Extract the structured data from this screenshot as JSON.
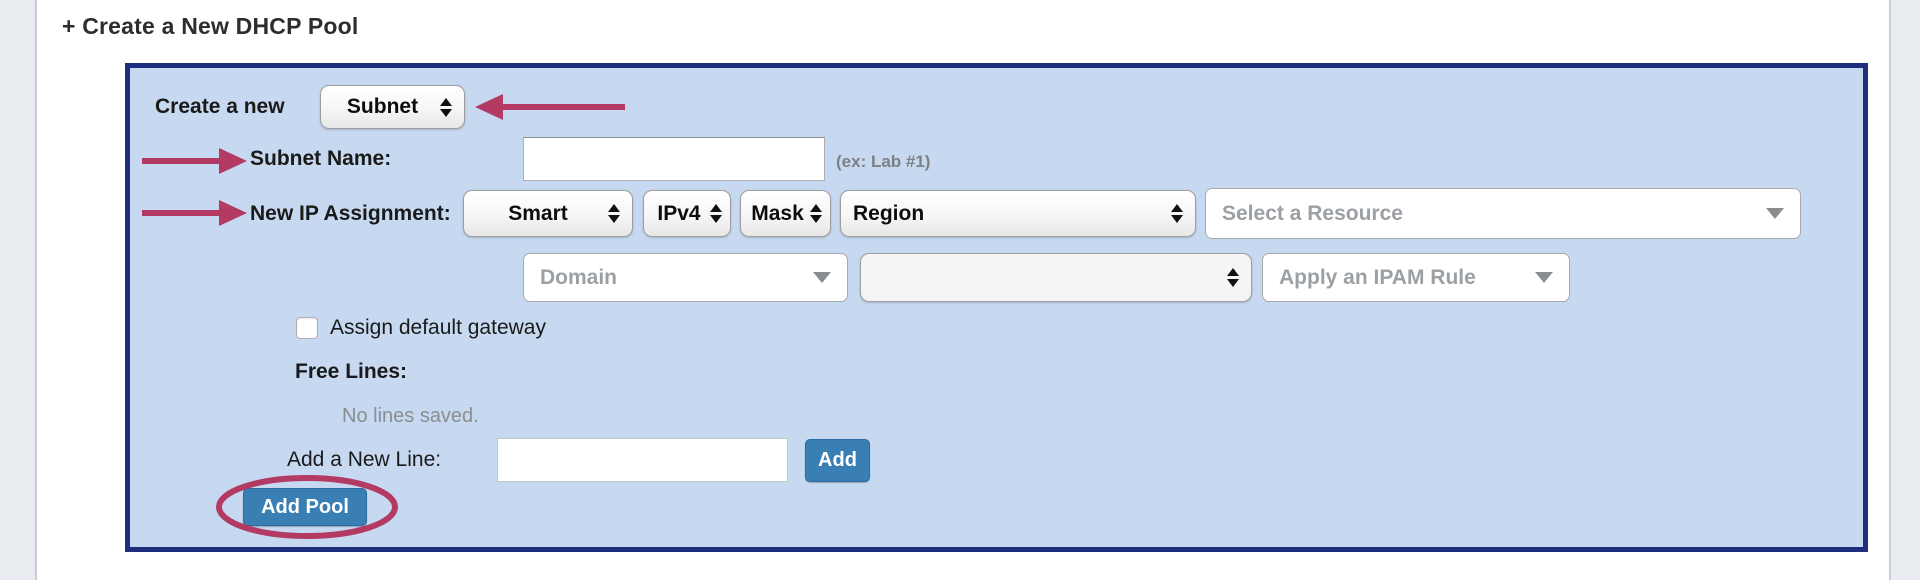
{
  "page_title": "+ Create a New DHCP Pool",
  "panel": {
    "create_new": {
      "label": "Create a new",
      "type_value": "Subnet"
    },
    "subnet_name": {
      "label": "Subnet Name:",
      "value": "",
      "hint": "(ex: Lab #1)"
    },
    "ip_assignment": {
      "label": "New IP Assignment:",
      "method_value": "Smart",
      "ip_version_value": "IPv4",
      "mask_value": "Mask",
      "region_value": "Region",
      "resource_placeholder": "Select a Resource",
      "domain_placeholder": "Domain",
      "scope_value": "",
      "ipam_placeholder": "Apply an IPAM Rule"
    },
    "gateway": {
      "label": "Assign default gateway",
      "checked": false
    },
    "free_lines": {
      "label": "Free Lines:",
      "empty_message": "No lines saved."
    },
    "add_line": {
      "label": "Add a New Line:",
      "value": "",
      "button_label": "Add"
    },
    "add_pool_button_label": "Add Pool"
  },
  "colors": {
    "panel_background": "#c7d9f1",
    "panel_border": "#1e2d7e",
    "button_blue": "#3a7fb3",
    "annotation_crimson": "#b23a63"
  }
}
